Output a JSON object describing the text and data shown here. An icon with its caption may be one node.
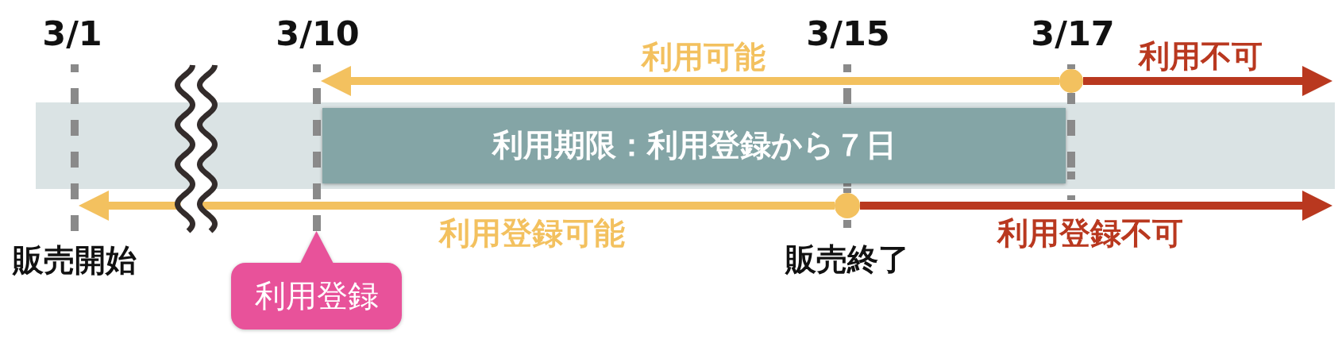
{
  "diagram": {
    "nodes": [
      {
        "text": [],
        "shape": "line",
        "beside": [
          "3/1",
          "販売開始"
        ]
      },
      {
        "text": [],
        "shape": "line",
        "beside": [
          "3/10"
        ]
      },
      {
        "text": [],
        "shape": "line",
        "beside": [
          "3/15",
          "販売終了"
        ]
      },
      {
        "text": [],
        "shape": "line",
        "beside": [
          "3/17"
        ]
      },
      {
        "text": [],
        "shape": "circle"
      },
      {
        "text": [
          "利用期限：利用登録から７日"
        ]
      },
      {
        "text": [],
        "shape": "circle"
      },
      {
        "text": [
          "利用登録"
        ]
      }
    ],
    "edges": [
      {
        "from": 4,
        "to": 1,
        "arrow": "to",
        "label": "利用可能",
        "color": "#f3c15f"
      },
      {
        "from": 4,
        "to": null,
        "arrow": "to",
        "label": "利用不可",
        "color": "#b9381f"
      },
      {
        "from": 6,
        "to": 0,
        "arrow": "to",
        "label": "利用登録可能",
        "color": "#f3c15f"
      },
      {
        "from": 6,
        "to": null,
        "arrow": "to",
        "label": "利用登録不可",
        "color": "#b9381f"
      }
    ]
  }
}
